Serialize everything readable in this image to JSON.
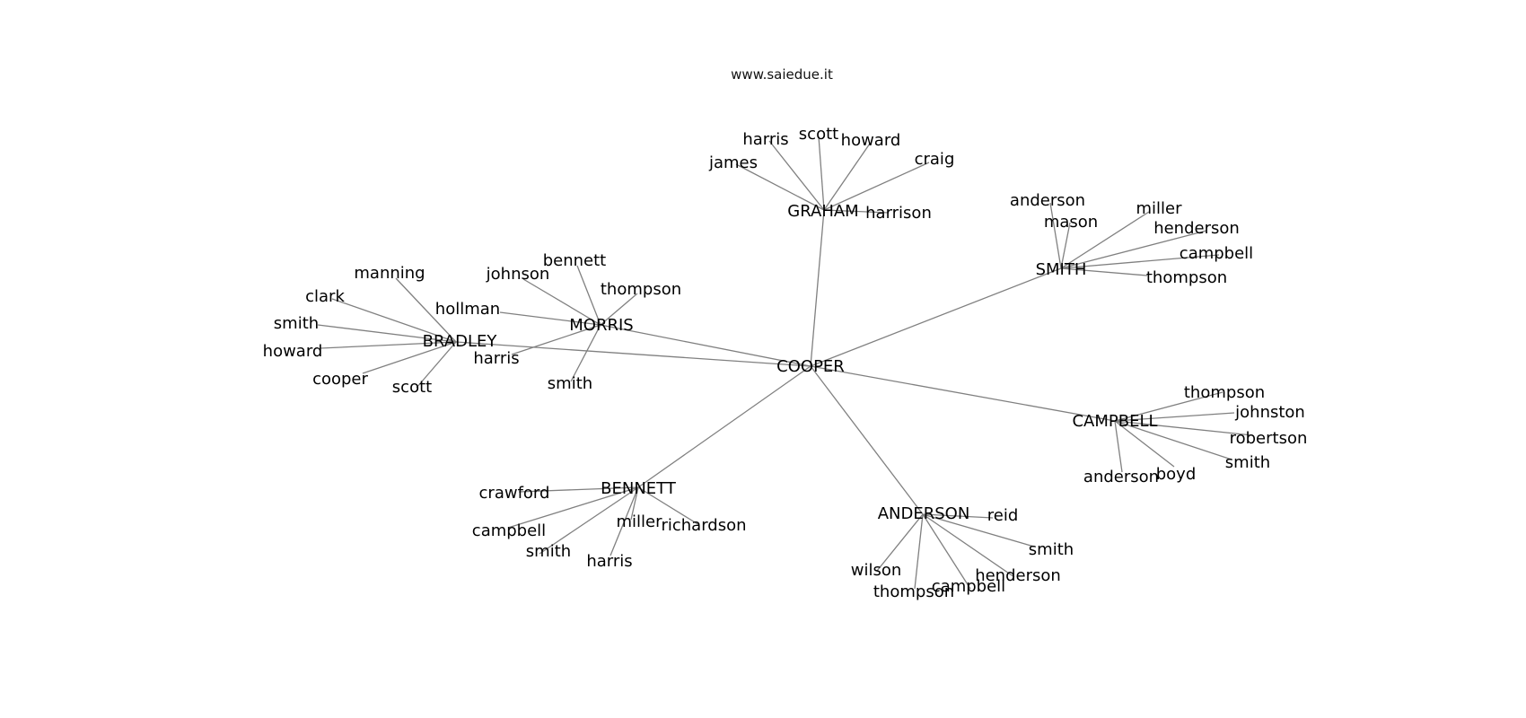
{
  "header": {
    "site": "www.saiedue.it"
  },
  "diagram": {
    "edge_color": "#808080",
    "root": "COOPER",
    "hubs": [
      {
        "id": "graham",
        "label": "GRAHAM",
        "leaves": [
          "harris",
          "scott",
          "howard",
          "james",
          "craig",
          "harrison"
        ]
      },
      {
        "id": "smith",
        "label": "SMITH",
        "leaves": [
          "anderson",
          "mason",
          "miller",
          "henderson",
          "campbell",
          "thompson"
        ]
      },
      {
        "id": "morris",
        "label": "MORRIS",
        "leaves": [
          "bennett",
          "johnson",
          "thompson",
          "hollman",
          "harris",
          "smith"
        ]
      },
      {
        "id": "bradley",
        "label": "BRADLEY",
        "leaves": [
          "manning",
          "clark",
          "smith",
          "howard",
          "cooper",
          "scott"
        ]
      },
      {
        "id": "campbell",
        "label": "CAMPBELL",
        "leaves": [
          "thompson",
          "johnston",
          "robertson",
          "smith",
          "anderson",
          "boyd"
        ]
      },
      {
        "id": "bennett",
        "label": "BENNETT",
        "leaves": [
          "crawford",
          "campbell",
          "smith",
          "harris",
          "miller",
          "richardson"
        ]
      },
      {
        "id": "anderson",
        "label": "ANDERSON",
        "leaves": [
          "reid",
          "smith",
          "henderson",
          "campbell",
          "thompson",
          "wilson"
        ]
      }
    ]
  }
}
